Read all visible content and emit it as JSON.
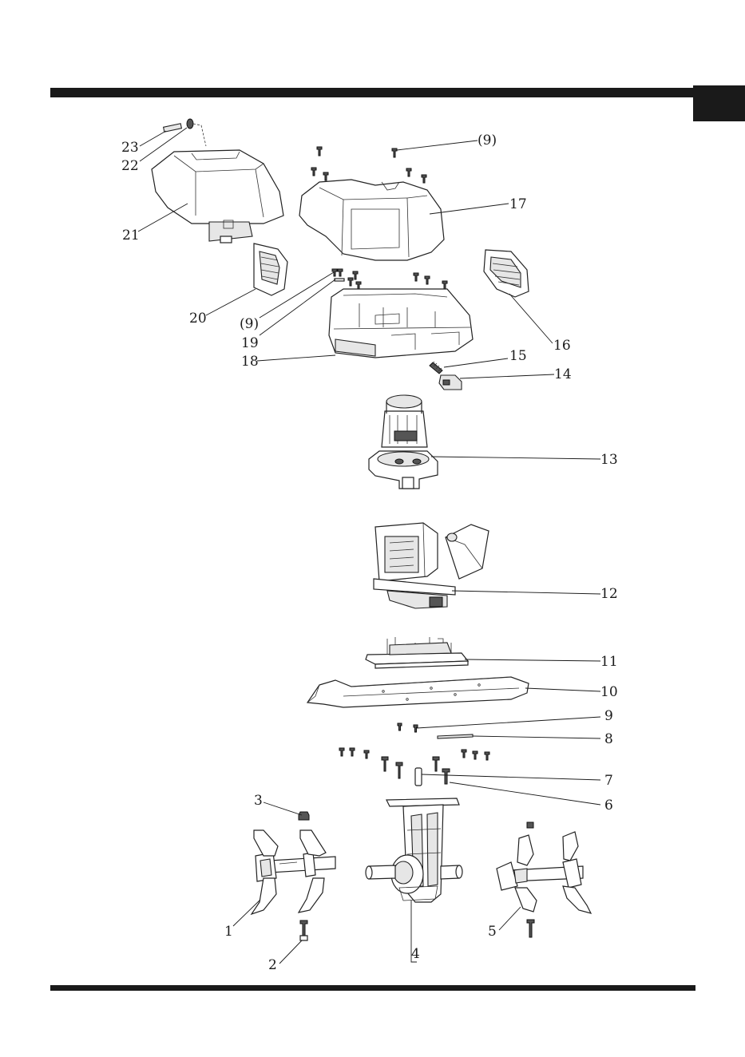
{
  "labels": {
    "l1": "1",
    "l2": "2",
    "l3": "3",
    "l4": "4",
    "l5": "5",
    "l6": "6",
    "l7": "7",
    "l8": "8",
    "l9": "9",
    "l10": "10",
    "l11": "11",
    "l12": "12",
    "l13": "13",
    "l14": "14",
    "l15": "15",
    "l16": "16",
    "l17": "17",
    "l18": "18",
    "l19": "19",
    "l20": "20",
    "l21": "21",
    "l22": "22",
    "l23": "23",
    "l9a": "(9)",
    "l9b": "(9)"
  }
}
